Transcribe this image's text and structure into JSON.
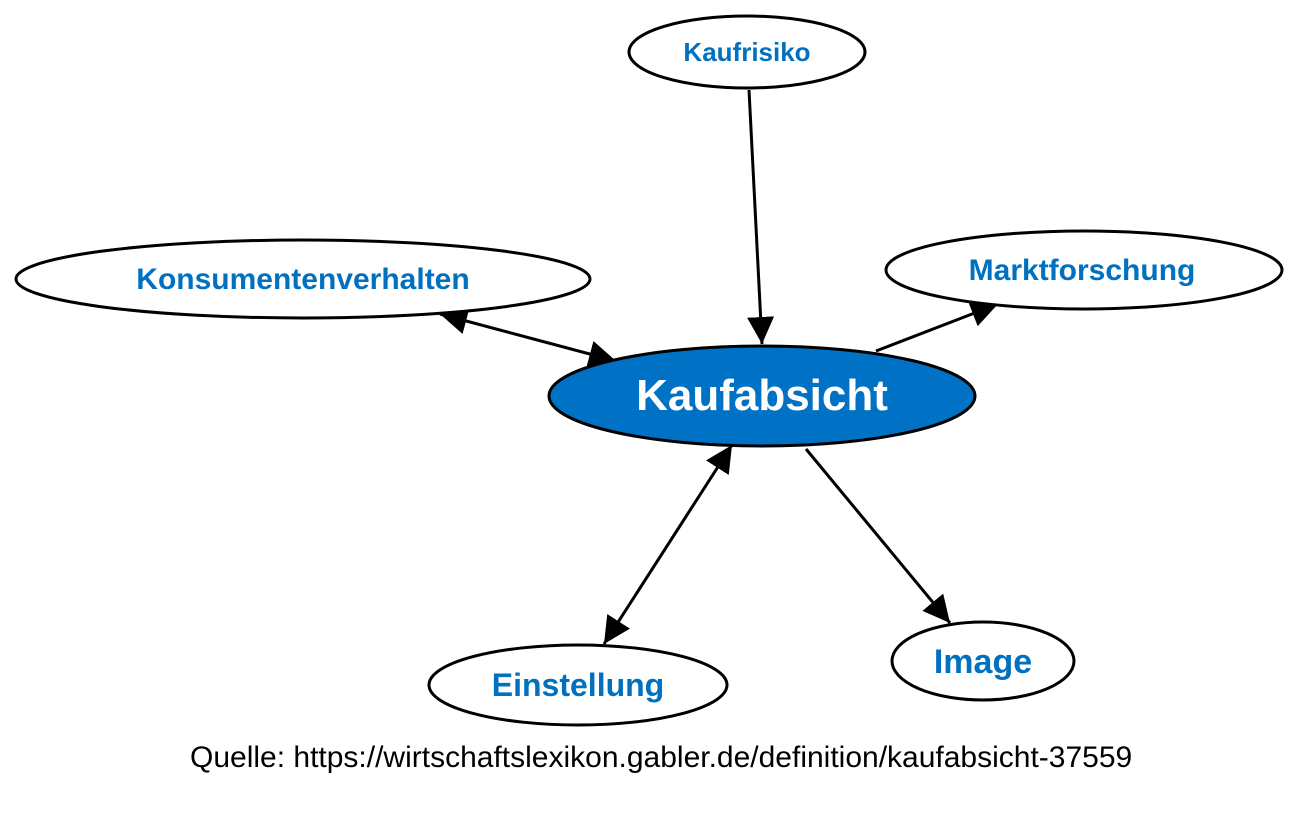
{
  "diagram": {
    "colors": {
      "center_fill": "#0072c6",
      "center_text": "#ffffff",
      "node_fill": "#ffffff",
      "node_text": "#0070c0",
      "stroke": "#000000"
    },
    "center": {
      "label": "Kaufabsicht"
    },
    "nodes": {
      "kaufrisiko": {
        "label": "Kaufrisiko"
      },
      "konsumentenverhalten": {
        "label": "Konsumentenverhalten"
      },
      "marktforschung": {
        "label": "Marktforschung"
      },
      "einstellung": {
        "label": "Einstellung"
      },
      "image": {
        "label": "Image"
      }
    },
    "edges": [
      {
        "from": "Kaufrisiko",
        "to": "Kaufabsicht",
        "direction": "forward"
      },
      {
        "from": "Konsumentenverhalten",
        "to": "Kaufabsicht",
        "direction": "both"
      },
      {
        "from": "Kaufabsicht",
        "to": "Marktforschung",
        "direction": "forward"
      },
      {
        "from": "Einstellung",
        "to": "Kaufabsicht",
        "direction": "both"
      },
      {
        "from": "Kaufabsicht",
        "to": "Image",
        "direction": "forward"
      }
    ]
  },
  "source": {
    "text": "Quelle: https://wirtschaftslexikon.gabler.de/definition/kaufabsicht-37559"
  }
}
